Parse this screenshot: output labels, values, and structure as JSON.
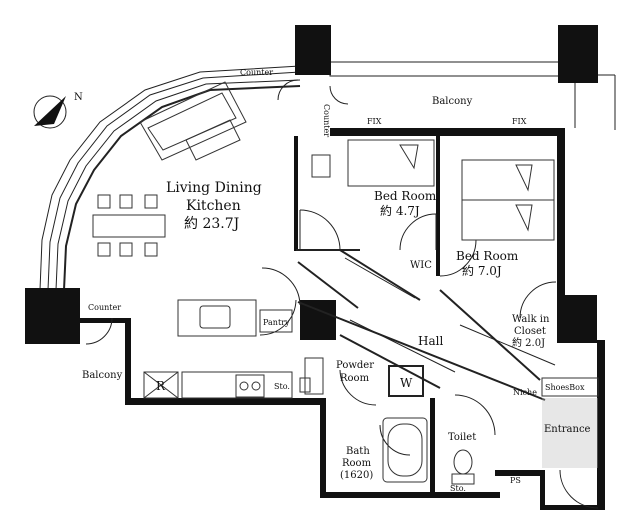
{
  "rooms": {
    "ldk_line1": "Living Dining",
    "ldk_line2": "Kitchen",
    "ldk_size": "約 23.7J",
    "bed1_name": "Bed Room",
    "bed1_size": "約 4.7J",
    "bed2_name": "Bed Room",
    "bed2_size": "約 7.0J",
    "wic": "WIC",
    "walkin_line1": "Walk in",
    "walkin_line2": "Closet",
    "walkin_size": "約 2.0J",
    "hall": "Hall",
    "powder_line1": "Powder",
    "powder_line2": "Room",
    "bath_line1": "Bath",
    "bath_line2": "Room",
    "bath_line3": "(1620)",
    "toilet": "Toilet",
    "entrance": "Entrance",
    "balcony_top": "Balcony",
    "balcony_left": "Balcony"
  },
  "fixtures": {
    "counter_top": "Counter",
    "counter_side": "Counter",
    "counter_left": "Counter",
    "fix1": "FIX",
    "fix2": "FIX",
    "pantry": "Pantry",
    "sto1": "Sto.",
    "sto2": "Sto.",
    "refrigerator": "R",
    "washer": "W",
    "shoes_box": "ShoesBox",
    "niche": "Niche",
    "ps": "PS",
    "compass": "N"
  }
}
